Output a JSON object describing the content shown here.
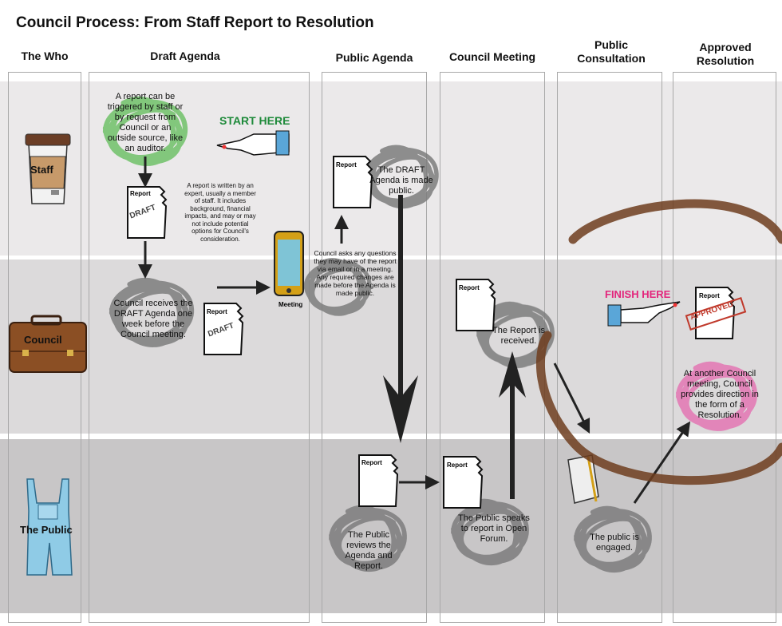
{
  "title": "Council Process: From Staff Report to Resolution",
  "columns": {
    "who": "The Who",
    "draft": "Draft Agenda",
    "public_agenda": "Public Agenda",
    "council_meeting": "Council Meeting",
    "public_consultation": "Public Consultation",
    "approved": "Approved Resolution"
  },
  "lanes": {
    "staff": "Staff",
    "council": "Council",
    "public": "The Public"
  },
  "labels": {
    "start": "START HERE",
    "finish": "FINISH HERE",
    "meeting": "Meeting",
    "report": "Report",
    "draft": "DRAFT",
    "approved": "APPROVED"
  },
  "notes": {
    "trigger": "A report can be triggered by staff or by request from Council or an outside source, like an auditor.",
    "written": "A report is written by an expert, usually a member of staff. It includes background, financial impacts, and may or may not include potential options for Council's consideration.",
    "council_receives": "Council receives the DRAFT Agenda one week before the Council meeting.",
    "council_asks": "Council asks any questions they may have of the report via email or in a meeting. Any required changes are made before the Agenda is made public.",
    "draft_public": "The DRAFT Agenda is made public.",
    "report_received": "The Report is received.",
    "public_reviews": "The Public reviews the Agenda and Report.",
    "public_speaks": "The Public speaks to report in Open Forum.",
    "public_engaged": "The public is engaged.",
    "resolution": "At another Council meeting, Council provides direction in the form of a Resolution."
  },
  "colors": {
    "staff_lane": "#ebe9ea",
    "council_lane": "#dcdadb",
    "public_lane": "#c8c6c7",
    "start": "#1e8a3a",
    "finish": "#e3267c",
    "green_scribble": "#7cc576",
    "pink_scribble": "#e27bb5",
    "grey_scribble": "#7d7d7d",
    "stain": "#6e3d1f"
  }
}
